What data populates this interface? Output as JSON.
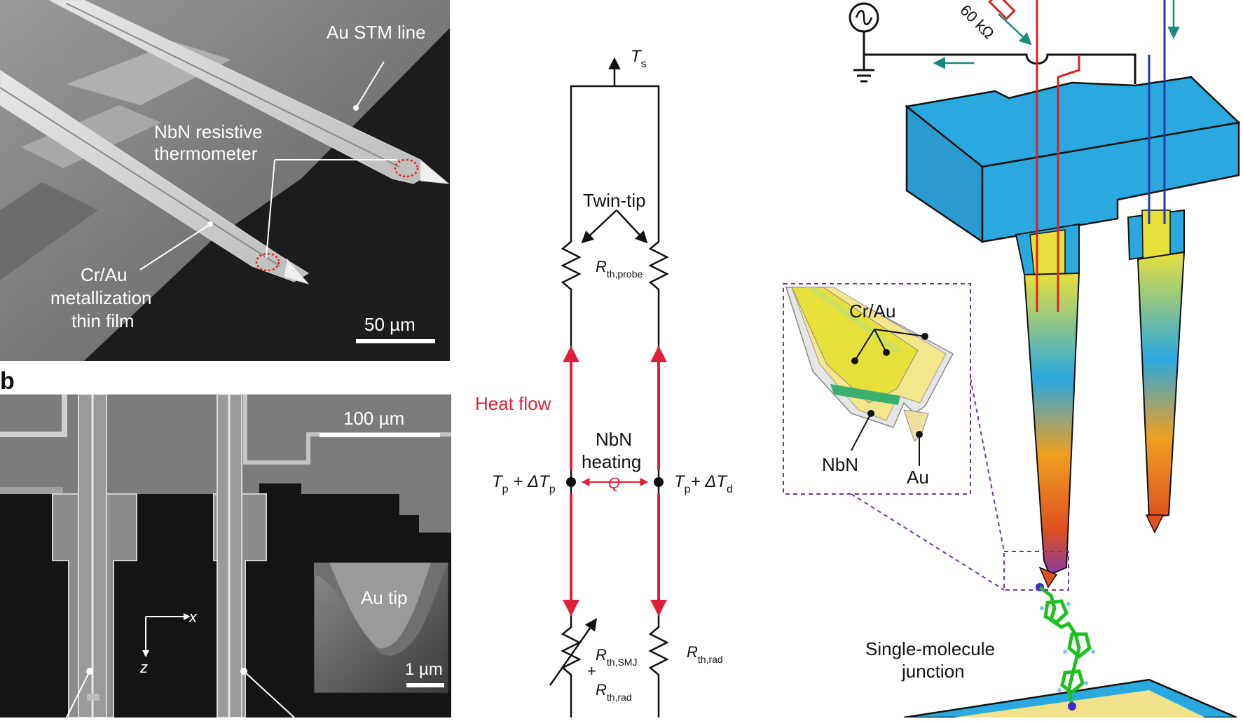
{
  "panel_a": {
    "callouts": {
      "au_stm_line": "Au STM line",
      "nbn_thermometer_1": "NbN resistive",
      "nbn_thermometer_2": "thermometer",
      "cr_au_1": "Cr/Au",
      "cr_au_2": "metallization",
      "cr_au_3": "thin film"
    },
    "scale_bar": "50 µm"
  },
  "panel_b": {
    "label": "b",
    "scale_bar": "100 µm",
    "axis_x": "x",
    "axis_z": "z",
    "inset_label": "Au tip",
    "inset_scale": "1 µm"
  },
  "circuit": {
    "ts_main": "T",
    "ts_sub": "s",
    "twin_tip": "Twin-tip",
    "r_probe_main": "R",
    "r_probe_sub": "th,probe",
    "heat_flow": "Heat flow",
    "nbn_1": "NbN",
    "nbn_2": "heating",
    "q_label": "Q",
    "tp_left_main": "T",
    "tp_left_sub1": "p",
    "tp_left_mid": " + ΔT",
    "tp_left_sub2": "p",
    "tp_right_main": "T",
    "tp_right_sub1": "p",
    "tp_right_mid": "+ ΔT",
    "tp_right_sub2": "d",
    "r_smj_main": "R",
    "r_smj_sub": "th,SMJ",
    "plus": "+",
    "r_rad_left_main": "R",
    "r_rad_left_sub": "th,rad",
    "r_rad_right_main": "R",
    "r_rad_right_sub": "th,rad"
  },
  "schematic": {
    "resistor_value": "60 kΩ",
    "inset_cr_au": "Cr/Au",
    "inset_nbn": "NbN",
    "inset_au": "Au",
    "molecule_1": "Single-molecule",
    "molecule_2": "junction"
  },
  "colors": {
    "heat_flow": "#e0203a",
    "cantilever_block": "#2aa8e0",
    "wire_red": "#e02020",
    "wire_blue": "#1e3aa8",
    "current_arrow": "#1a8a7a"
  }
}
